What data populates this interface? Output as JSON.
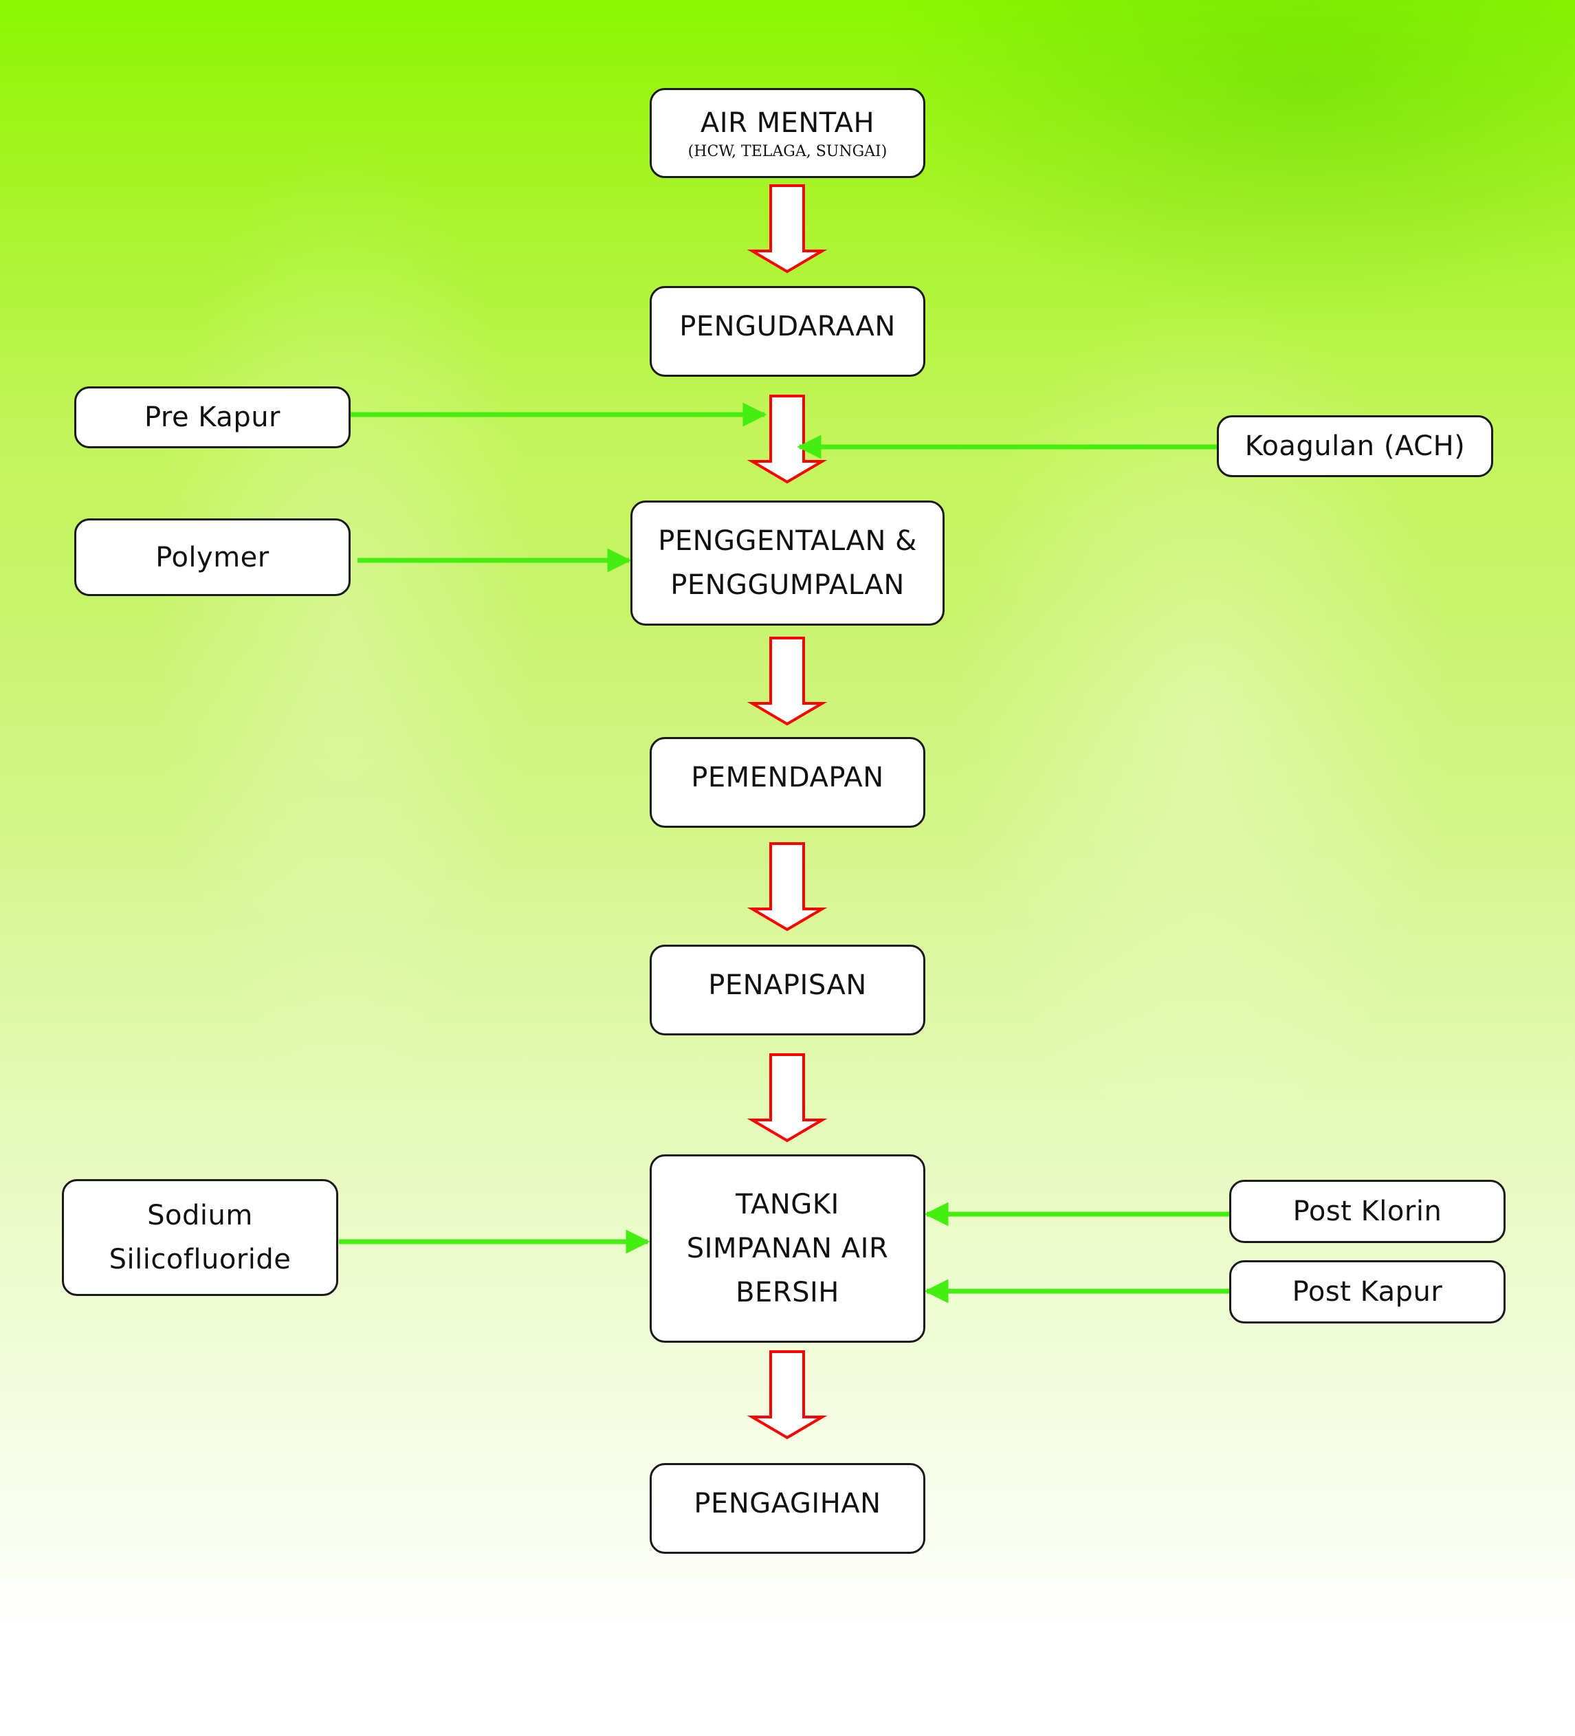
{
  "colors": {
    "process_arrow": "#ff0000",
    "input_arrow": "#44ee11",
    "box_border": "#1a1a1a",
    "box_fill": "#ffffff"
  },
  "process": [
    {
      "id": "air-mentah",
      "lines": [
        "AIR MENTAH"
      ],
      "sub": "(HCW, TELAGA, SUNGAI)"
    },
    {
      "id": "pengudaraan",
      "lines": [
        "PENGUDARAAN"
      ]
    },
    {
      "id": "penggentalan",
      "lines": [
        "PENGGENTALAN &",
        "PENGGUMPALAN"
      ]
    },
    {
      "id": "pemendapan",
      "lines": [
        "PEMENDAPAN"
      ]
    },
    {
      "id": "penapisan",
      "lines": [
        "PENAPISAN"
      ]
    },
    {
      "id": "tangki",
      "lines": [
        "TANGKI",
        "SIMPANAN AIR",
        "BERSIH"
      ]
    },
    {
      "id": "pengagihan",
      "lines": [
        "PENGAGIHAN"
      ]
    }
  ],
  "inputs": [
    {
      "id": "pre-kapur",
      "lines": [
        "Pre Kapur"
      ]
    },
    {
      "id": "koagulan",
      "lines": [
        "Koagulan (ACH)"
      ]
    },
    {
      "id": "polymer",
      "lines": [
        "Polymer"
      ]
    },
    {
      "id": "sodium",
      "lines": [
        "Sodium",
        "Silicofluoride"
      ]
    },
    {
      "id": "post-klorin",
      "lines": [
        "Post Klorin"
      ]
    },
    {
      "id": "post-kapur",
      "lines": [
        "Post Kapur"
      ]
    }
  ]
}
